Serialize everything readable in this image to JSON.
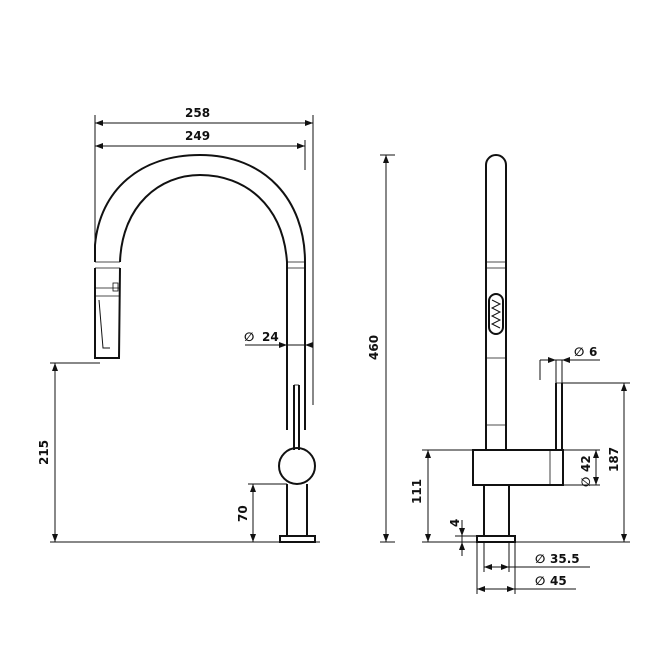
{
  "drawing": {
    "front_view": {
      "width_overall": "258",
      "width_spout": "249",
      "spout_diameter": "24",
      "height_outlet": "215",
      "height_handle": "70",
      "height_total": "460"
    },
    "side_view": {
      "handle_rod_diameter": "6",
      "handle_diameter": "42",
      "handle_top_height": "187",
      "body_height": "111",
      "base_thickness": "4",
      "base_inner_diameter": "35.5",
      "base_outer_diameter": "45"
    },
    "diameter_symbol": "∅"
  }
}
